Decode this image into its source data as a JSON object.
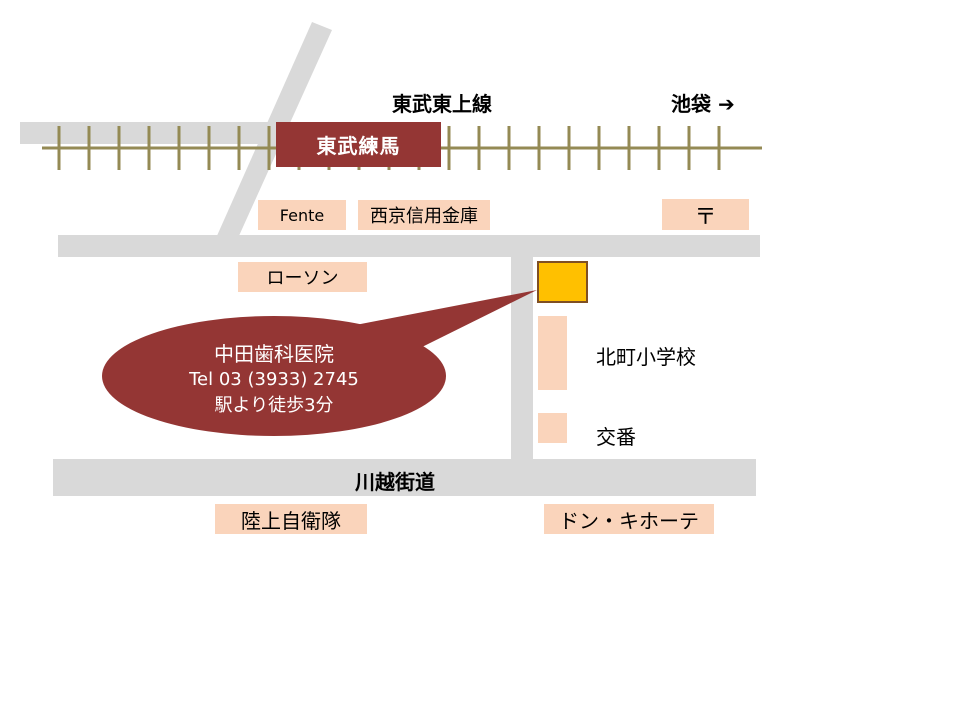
{
  "railway": {
    "line_name": "東武東上線",
    "direction": "池袋 ➔",
    "station": "東武練馬",
    "track_color": "#948a54",
    "station_color": "#943634"
  },
  "roads": {
    "main_road": "川越街道",
    "road_color": "#d9d9d9"
  },
  "landmarks": {
    "fente": "Fente",
    "seikyo_bank": "西京信用金庫",
    "post_office": "〒",
    "lawson": "ローソン",
    "school": "北町小学校",
    "police_box": "交番",
    "jsdf": "陸上自衛隊",
    "donki": "ドン・キホーテ",
    "box_color": "#fad4bb"
  },
  "clinic": {
    "name": "中田歯科医院",
    "tel": "Tel 03 (3933) 2745",
    "access": "駅より徒歩3分",
    "marker_color": "#ffc000",
    "callout_color": "#943634"
  }
}
